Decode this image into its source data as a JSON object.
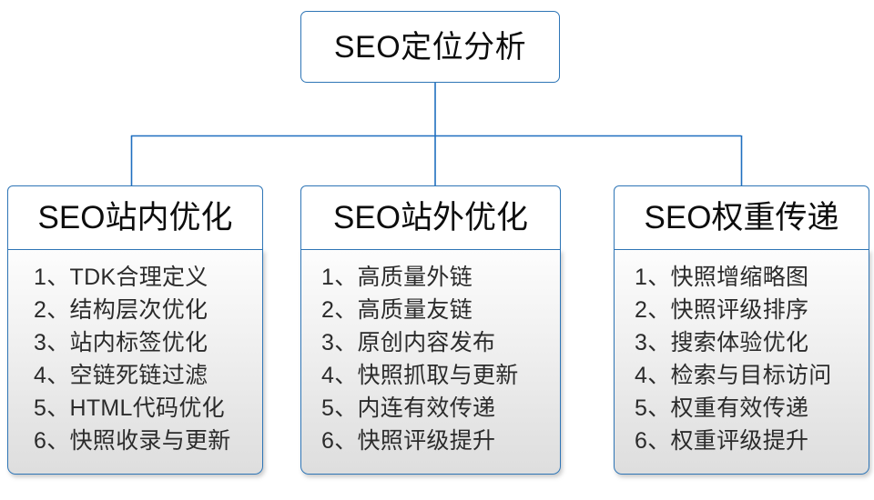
{
  "root": {
    "label": "SEO定位分析"
  },
  "theme": {
    "border_color": "#2e75b6",
    "connector_color": "#1f6fc0",
    "text_color": "#0d0d0d",
    "list_text_color": "#2b2b2b",
    "header_fill": "#ffffff",
    "body_fill_top": "#fdfdfd",
    "body_fill_bottom": "#dedede"
  },
  "columns": [
    {
      "title": "SEO站内优化",
      "items": [
        "1、TDK合理定义",
        "2、结构层次优化",
        "3、站内标签优化",
        "4、空链死链过滤",
        "5、HTML代码优化",
        "6、快照收录与更新"
      ]
    },
    {
      "title": "SEO站外优化",
      "items": [
        "1、高质量外链",
        "2、高质量友链",
        "3、原创内容发布",
        "4、快照抓取与更新",
        "5、内连有效传递",
        "6、快照评级提升"
      ]
    },
    {
      "title": "SEO权重传递",
      "items": [
        "1、快照增缩略图",
        "2、快照评级排序",
        "3、搜索体验优化",
        "4、检索与目标访问",
        "5、权重有效传递",
        "6、权重评级提升"
      ]
    }
  ]
}
